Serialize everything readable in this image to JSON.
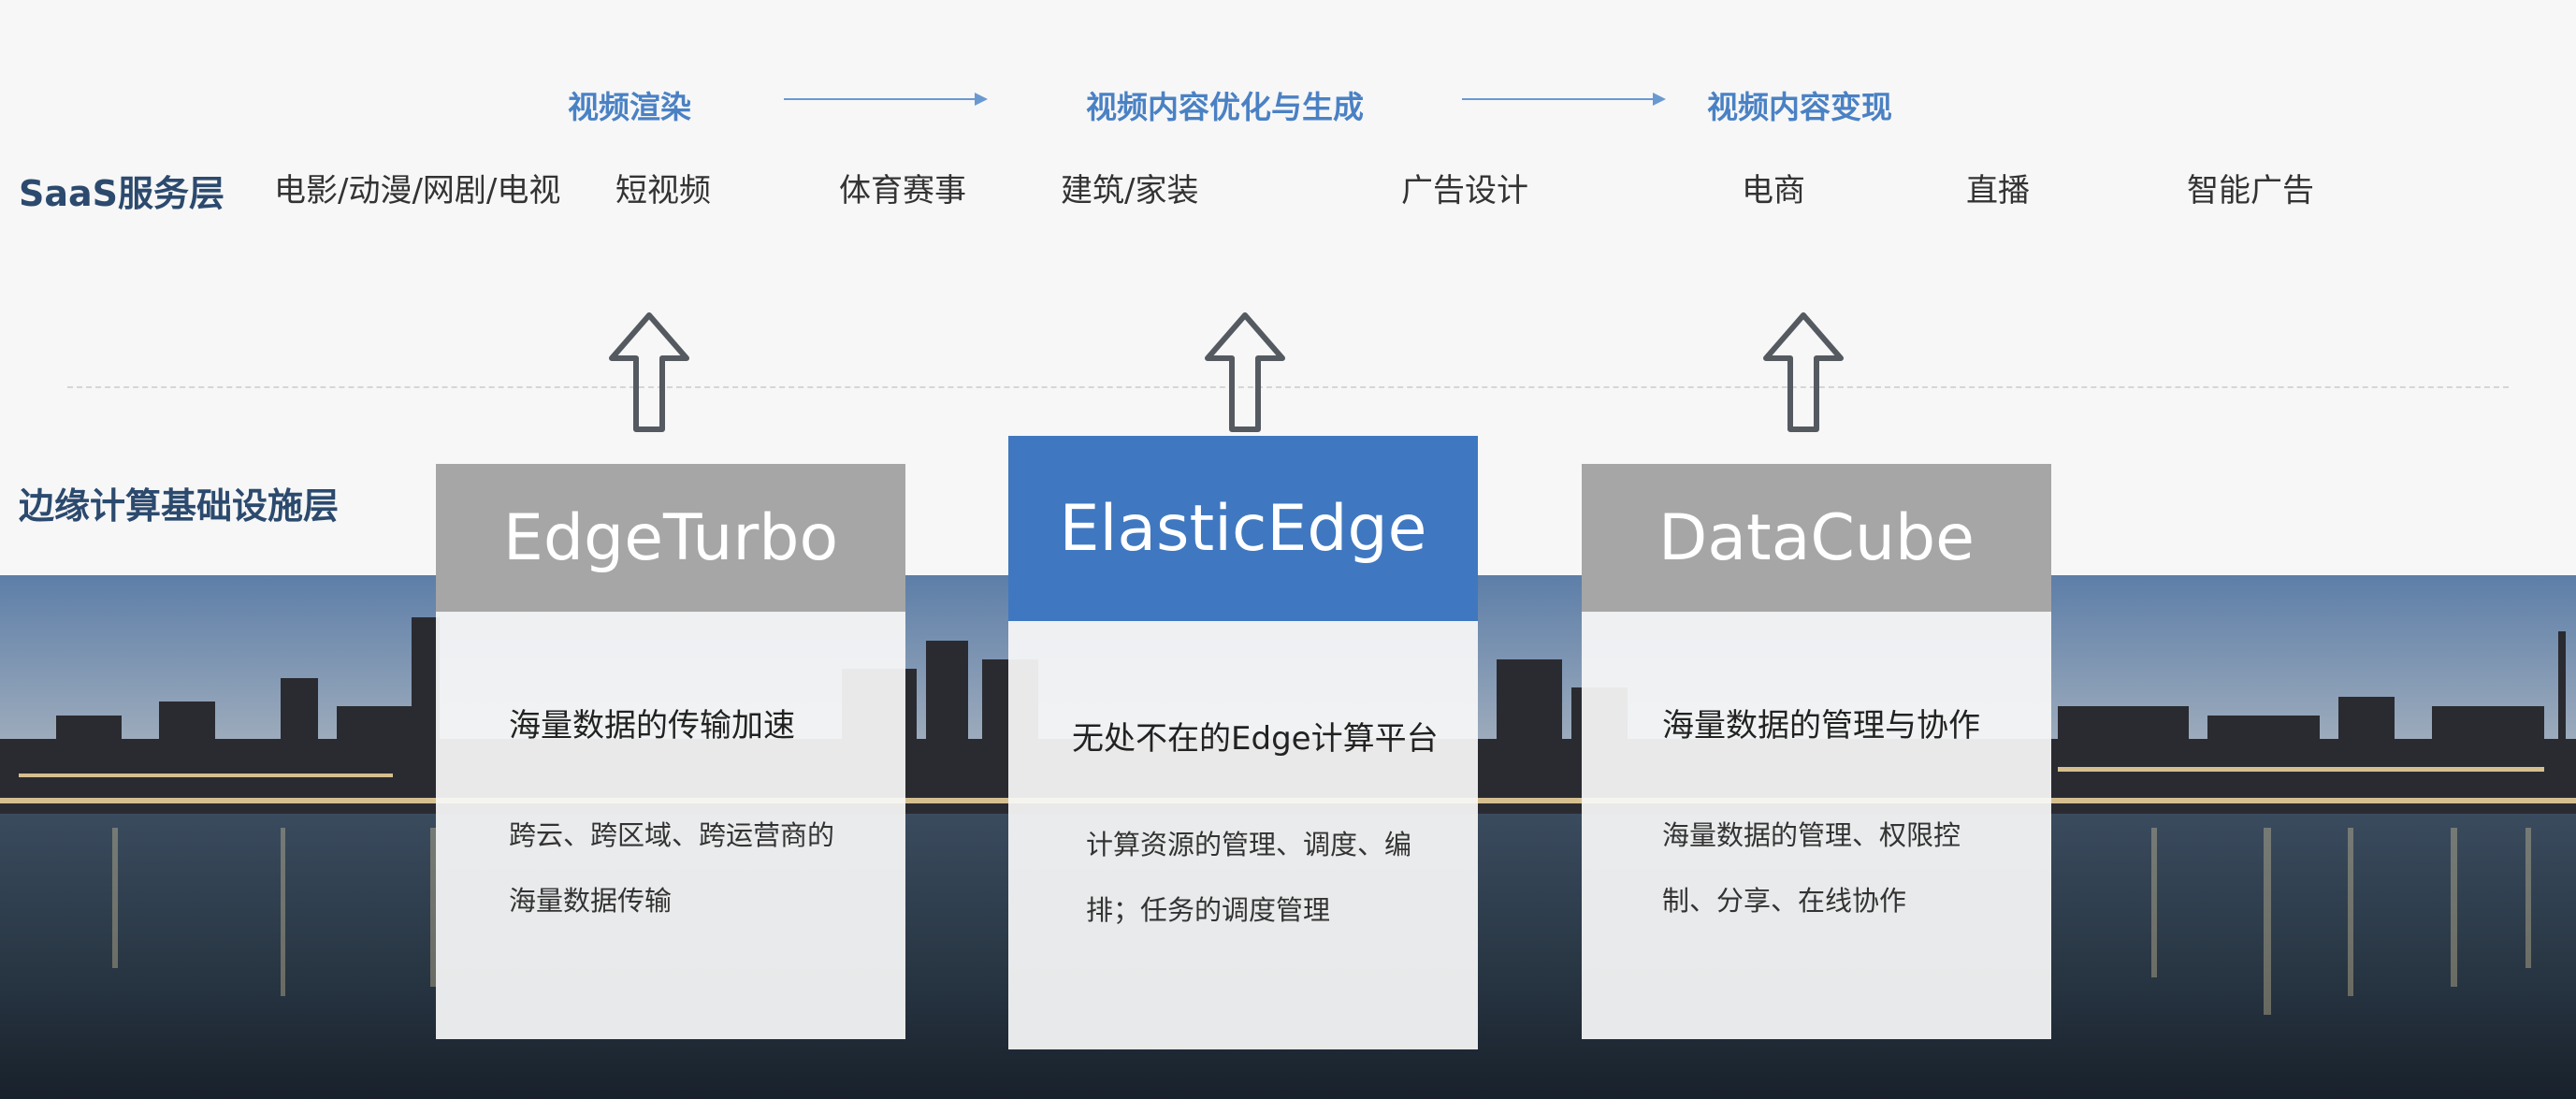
{
  "layers": {
    "saas_label": "SaaS服务层",
    "edge_label": "边缘计算基础设施层"
  },
  "stages": [
    "视频渲染",
    "视频内容优化与生成",
    "视频内容变现"
  ],
  "saas_items": [
    "电影/动漫/网剧/电视",
    "短视频",
    "体育赛事",
    "建筑/家装",
    "广告设计",
    "电商",
    "直播",
    "智能广告"
  ],
  "products": [
    {
      "name": "EdgeTurbo",
      "title": "海量数据的传输加速",
      "desc": "跨云、跨区域、跨运营商的海量数据传输"
    },
    {
      "name": "ElasticEdge",
      "title": "无处不在的Edge计算平台",
      "desc": "计算资源的管理、调度、编排；任务的调度管理"
    },
    {
      "name": "DataCube",
      "title": "海量数据的管理与协作",
      "desc": "海量数据的管理、权限控制、分享、在线协作"
    }
  ],
  "colors": {
    "accent_blue": "#3f78c0",
    "stage_blue": "#4a81c4",
    "header_gray": "#a6a6a6",
    "label_navy": "#2c4a6e"
  },
  "icons": [
    "arrow-right-icon",
    "arrow-up-outline-icon"
  ]
}
